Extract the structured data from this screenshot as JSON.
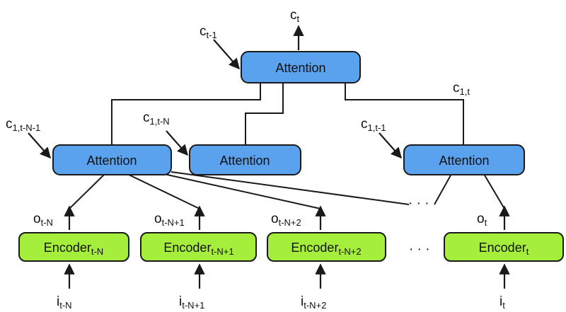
{
  "colors": {
    "attention_fill": "#5aa1ee",
    "encoder_fill": "#a6ee3c",
    "outline": "#1a1a1a",
    "line": "#1a1a1a"
  },
  "attention_top": {
    "label": "Attention",
    "output": {
      "main": "c",
      "sub": "t"
    },
    "input": {
      "main": "c",
      "sub": "t-1"
    }
  },
  "attention_blocks": [
    {
      "label": "Attention",
      "input": {
        "main": "c",
        "sub": "1,t-N-1"
      }
    },
    {
      "label": "Attention",
      "input": {
        "main": "c",
        "sub": "1,t-N"
      }
    },
    {
      "label": "Attention",
      "input": {
        "main": "c",
        "sub": "1,t-1"
      },
      "output": {
        "main": "c",
        "sub": "1,t"
      }
    }
  ],
  "encoders": [
    {
      "main": "Encoder",
      "sub": "t-N",
      "out_main": "o",
      "out_sub": "t-N",
      "in_main": "i",
      "in_sub": "t-N"
    },
    {
      "main": "Encoder",
      "sub": "t-N+1",
      "out_main": "o",
      "out_sub": "t-N+1",
      "in_main": "i",
      "in_sub": "t-N+1"
    },
    {
      "main": "Encoder",
      "sub": "t-N+2",
      "out_main": "o",
      "out_sub": "t-N+2",
      "in_main": "i",
      "in_sub": "t-N+2"
    },
    {
      "main": "Encoder",
      "sub": "t",
      "out_main": "o",
      "out_sub": "t",
      "in_main": "i",
      "in_sub": "t"
    }
  ],
  "ellipsis_top": "· · ·",
  "ellipsis_bottom": "· · ·"
}
